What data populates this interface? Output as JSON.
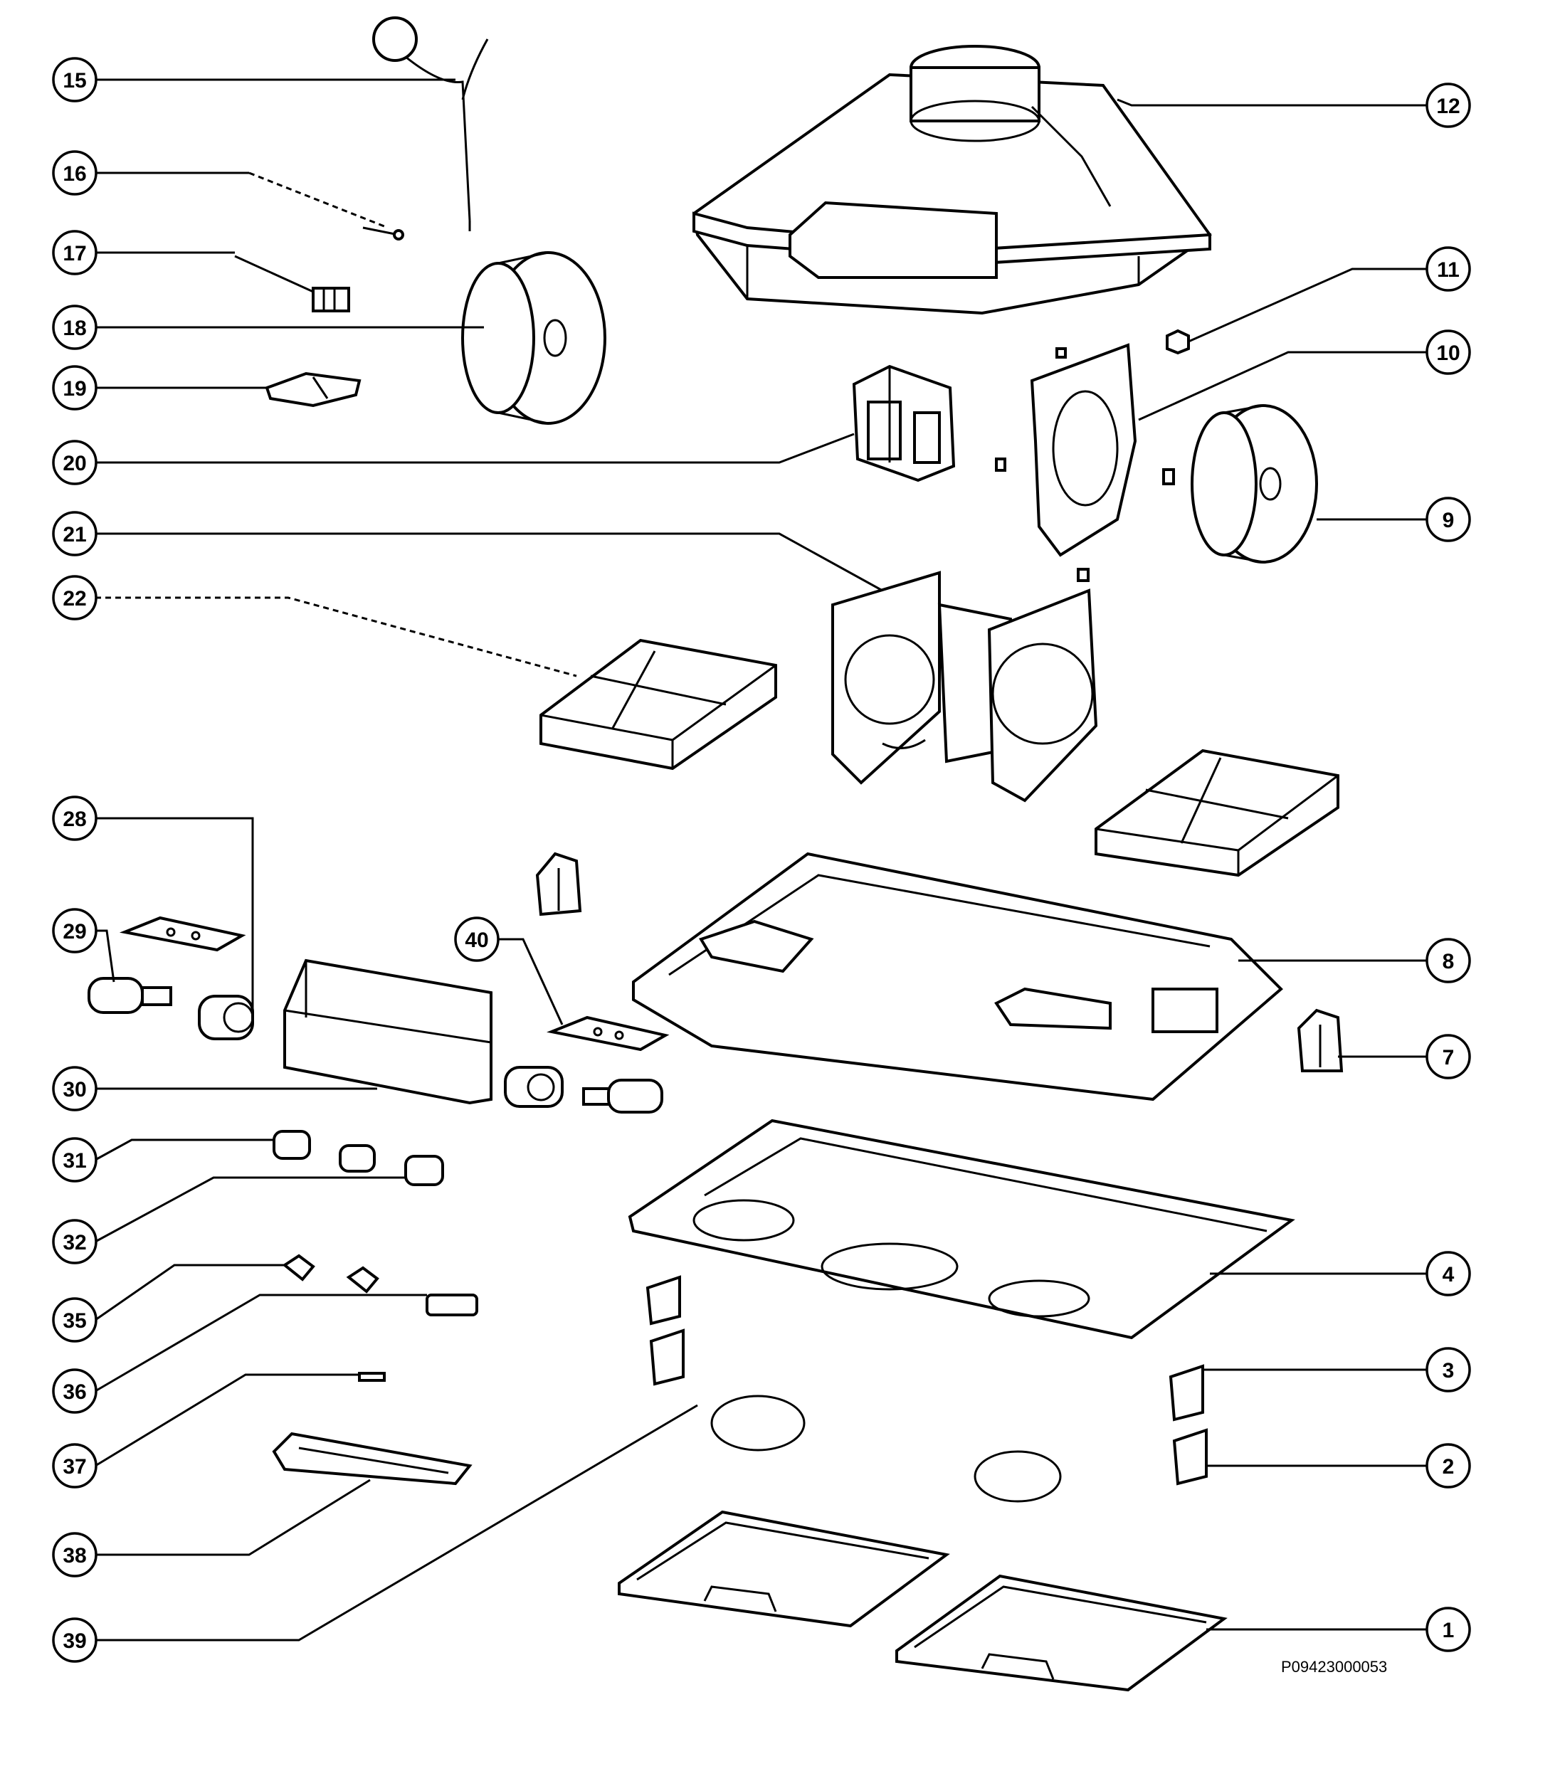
{
  "drawing_code": "P09423000053",
  "callouts": [
    {
      "id": "15",
      "label": "15"
    },
    {
      "id": "16",
      "label": "16"
    },
    {
      "id": "17",
      "label": "17"
    },
    {
      "id": "18",
      "label": "18"
    },
    {
      "id": "19",
      "label": "19"
    },
    {
      "id": "20",
      "label": "20"
    },
    {
      "id": "21",
      "label": "21"
    },
    {
      "id": "22",
      "label": "22"
    },
    {
      "id": "28",
      "label": "28"
    },
    {
      "id": "29",
      "label": "29"
    },
    {
      "id": "30",
      "label": "30"
    },
    {
      "id": "31",
      "label": "31"
    },
    {
      "id": "32",
      "label": "32"
    },
    {
      "id": "35",
      "label": "35"
    },
    {
      "id": "36",
      "label": "36"
    },
    {
      "id": "37",
      "label": "37"
    },
    {
      "id": "38",
      "label": "38"
    },
    {
      "id": "39",
      "label": "39"
    },
    {
      "id": "40",
      "label": "40"
    },
    {
      "id": "12",
      "label": "12"
    },
    {
      "id": "11",
      "label": "11"
    },
    {
      "id": "10",
      "label": "10"
    },
    {
      "id": "9",
      "label": "9"
    },
    {
      "id": "8",
      "label": "8"
    },
    {
      "id": "7",
      "label": "7"
    },
    {
      "id": "4",
      "label": "4"
    },
    {
      "id": "3",
      "label": "3"
    },
    {
      "id": "2",
      "label": "2"
    },
    {
      "id": "1",
      "label": "1"
    }
  ]
}
